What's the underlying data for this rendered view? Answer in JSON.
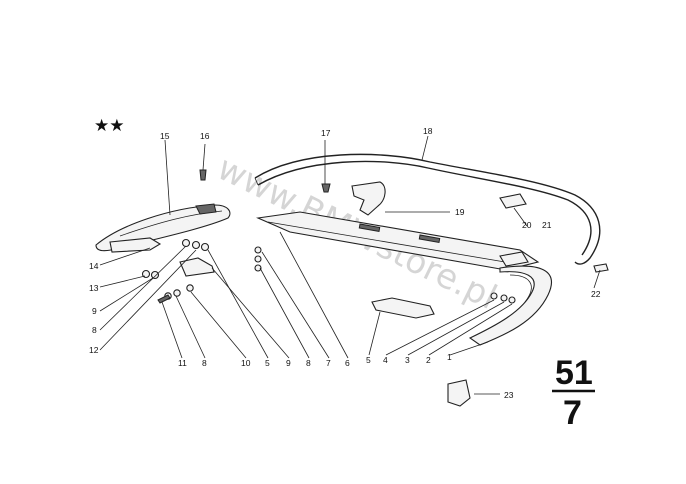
{
  "watermark": "www.BMWstore.pl",
  "stars": "★★",
  "section": {
    "numerator": "51",
    "denominator": "7"
  },
  "callouts": {
    "c15": "15",
    "c16": "16",
    "c17": "17",
    "c18": "18",
    "c19": "19",
    "c20": "20",
    "c21": "21",
    "c22": "22",
    "c23": "23",
    "c14": "14",
    "c13": "13",
    "c9a": "9",
    "c8a": "8",
    "c12": "12",
    "c11": "11",
    "c8b": "8",
    "c10": "10",
    "c5a": "5",
    "c9b": "9",
    "c8c": "8",
    "c7": "7",
    "c6": "6",
    "c5b": "5",
    "c4": "4",
    "c3": "3",
    "c2": "2",
    "c1": "1"
  }
}
